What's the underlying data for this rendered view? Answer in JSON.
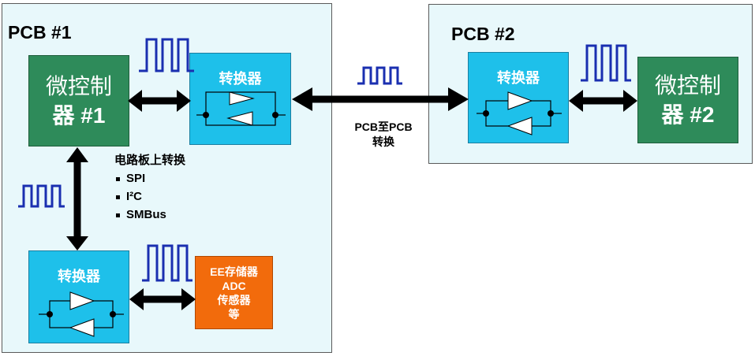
{
  "pcb1": {
    "label": "PCB #1"
  },
  "pcb2": {
    "label": "PCB #2"
  },
  "mcu1": {
    "line1": "微控制",
    "line2": "器 #1"
  },
  "mcu2": {
    "line1": "微控制",
    "line2": "器 #2"
  },
  "converter_label": "转换器",
  "peripheral": {
    "line1": "EE存储器",
    "line2": "ADC",
    "line3": "传感器",
    "line4": "等"
  },
  "link_label": {
    "line1": "PCB至PCB",
    "line2": "转换"
  },
  "onboard": {
    "heading": "电路板上转换",
    "items": [
      "SPI",
      "I²C",
      "SMBus"
    ]
  },
  "colors": {
    "pcb_fill": "#e8f8fb",
    "mcu_fill": "#2e8b5a",
    "converter_fill": "#1ec0ea",
    "peripheral_fill": "#f26b0c",
    "signal": "#1a2fb0"
  }
}
